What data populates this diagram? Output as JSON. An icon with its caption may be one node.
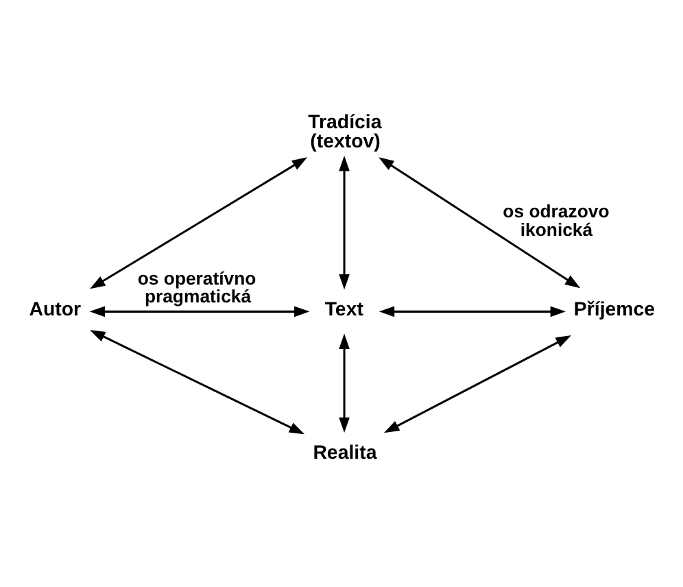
{
  "diagram": {
    "nodes": [
      {
        "text": [
          "Tradícia (textov)"
        ]
      },
      {
        "text": [
          "Autor"
        ]
      },
      {
        "text": [
          "Text"
        ]
      },
      {
        "text": [
          "Příjemce"
        ]
      },
      {
        "text": [
          "Realita"
        ]
      }
    ],
    "edges": [
      {
        "from": 1,
        "to": 0,
        "arrow": "both"
      },
      {
        "from": 2,
        "to": 0,
        "arrow": "both"
      },
      {
        "from": 0,
        "to": 3,
        "label": "os odrazovo ikonická",
        "arrow": "both"
      },
      {
        "from": 1,
        "to": 2,
        "label": "os operatívno pragmatická",
        "arrow": "both"
      },
      {
        "from": 2,
        "to": 3,
        "arrow": "both"
      },
      {
        "from": 2,
        "to": 4,
        "arrow": "both"
      },
      {
        "from": 1,
        "to": 4,
        "arrow": "both"
      },
      {
        "from": 3,
        "to": 4,
        "arrow": "both"
      }
    ]
  }
}
